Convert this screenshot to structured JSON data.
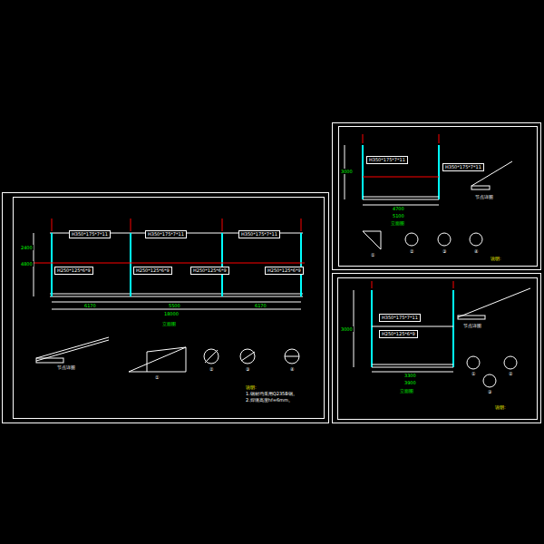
{
  "diagram": {
    "nodes": [
      {
        "text": [
          "H350*175*7*11"
        ]
      },
      {
        "text": [
          "H350*175*7*11"
        ]
      },
      {
        "text": [
          "H350*175*7*11"
        ]
      },
      {
        "text": [
          "H250*125*6*9"
        ]
      },
      {
        "text": [
          "H250*125*6*9"
        ]
      },
      {
        "text": [
          "H250*125*6*9"
        ]
      },
      {
        "text": [
          "H250*125*6*9"
        ]
      },
      {
        "text": [
          "H350*175*7*11"
        ]
      },
      {
        "text": [
          "H350*175*7*11"
        ]
      },
      {
        "text": [
          "H350*175*7*11"
        ]
      },
      {
        "text": [
          "H250*125*6*9"
        ]
      }
    ],
    "labels": [
      "6170",
      "5500",
      "6170",
      "18000",
      "2400",
      "4800",
      "立面图",
      "节点详图",
      "①",
      "②",
      "③",
      "④",
      "说明:",
      "1.钢材均采用Q235B钢。",
      "2.焊缝高度hf=6mm。",
      "4700",
      "5100",
      "3000",
      "立面图",
      "节点详图",
      "①",
      "②",
      "③",
      "④",
      "说明:",
      "3000",
      "3300",
      "3900",
      "立面图",
      "节点详图",
      "①",
      "②",
      "③",
      "说明:"
    ]
  }
}
